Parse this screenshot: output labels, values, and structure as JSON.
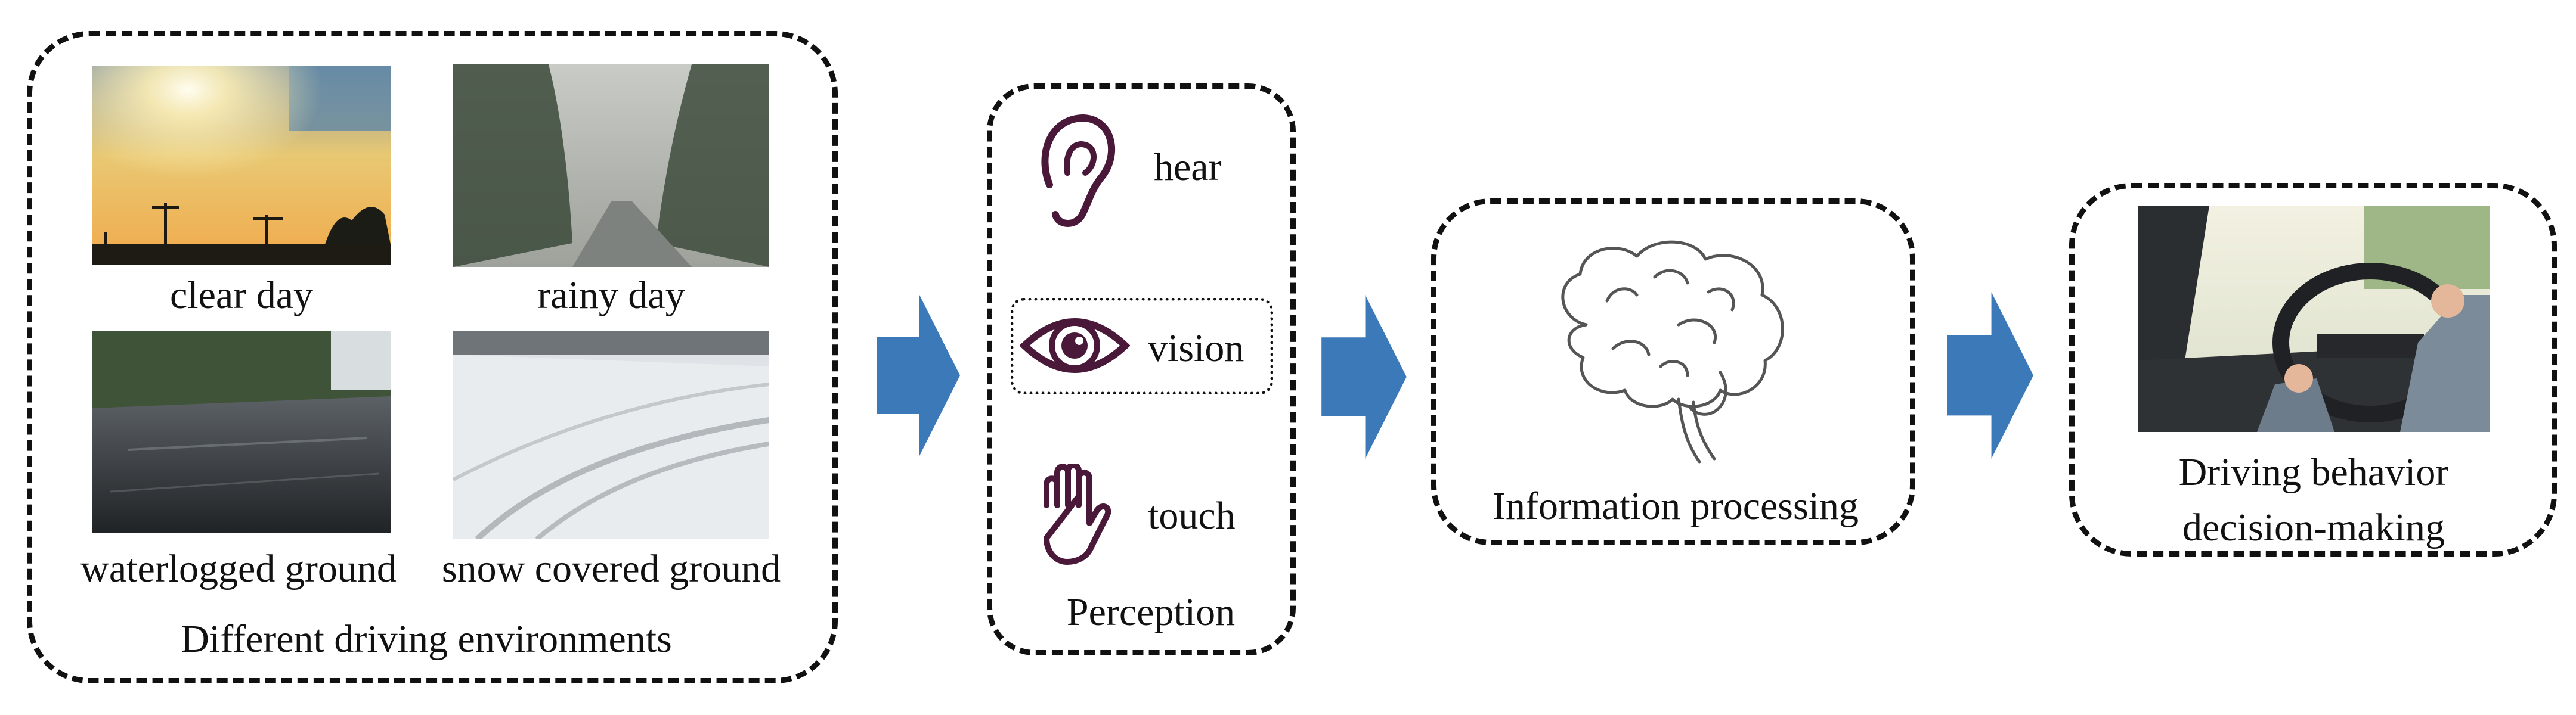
{
  "environments": {
    "title": "Different driving environments",
    "items": [
      {
        "label": "clear day"
      },
      {
        "label": "rainy day"
      },
      {
        "label": "waterlogged ground"
      },
      {
        "label": "snow covered ground"
      }
    ]
  },
  "perception": {
    "title": "Perception",
    "senses": [
      {
        "label": "hear",
        "icon": "ear-icon"
      },
      {
        "label": "vision",
        "icon": "eye-icon"
      },
      {
        "label": "touch",
        "icon": "hand-icon"
      }
    ]
  },
  "processing": {
    "label": "Information processing",
    "icon": "brain-icon"
  },
  "decision": {
    "line1": "Driving behavior",
    "line2": "decision-making"
  },
  "colors": {
    "arrow": "#3C79B9",
    "icon": "#4A1838",
    "border": "#111111"
  }
}
